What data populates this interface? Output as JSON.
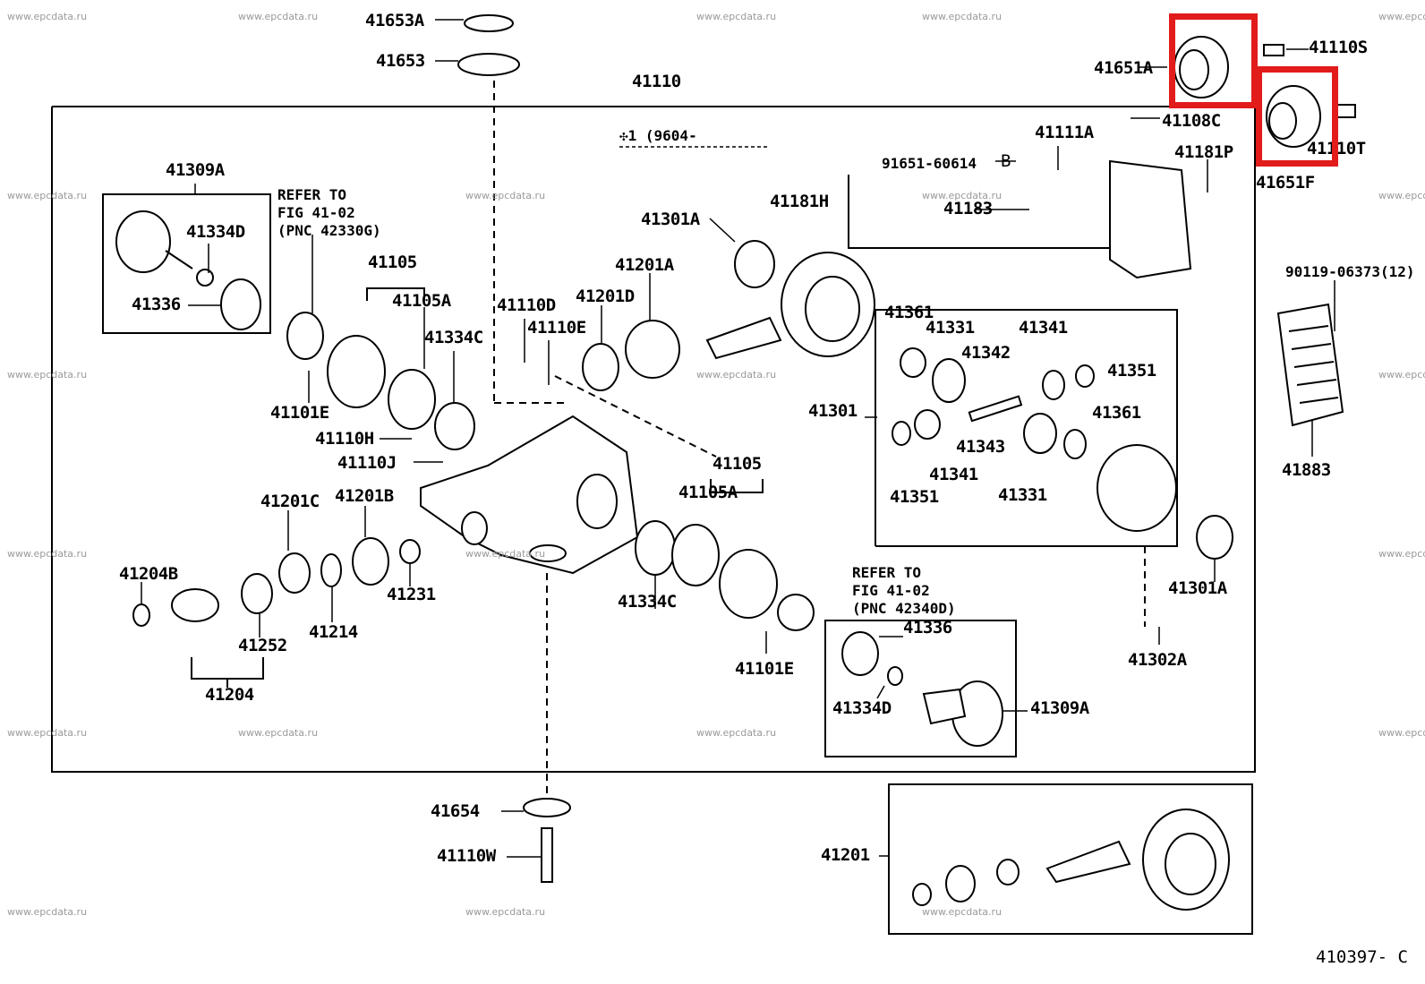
{
  "diagram_code": "410397- C",
  "effectivity_note": "✣1 (9604-",
  "watermark_text": "www.epcdata.ru",
  "highlight_color": "#e21b1b",
  "refer_notes": {
    "upper": [
      "REFER TO",
      "FIG 41-02",
      "(PNC 42330G)"
    ],
    "lower": [
      "REFER TO",
      "FIG 41-02",
      "(PNC 42340D)"
    ]
  },
  "parts": {
    "p41653A": "41653A",
    "p41653": "41653",
    "p41110": "41110",
    "p41651A": "41651A",
    "p41110S": "41110S",
    "p41108C": "41108C",
    "p41110T": "41110T",
    "p41111A": "41111A",
    "p41181P": "41181P",
    "p41651F": "41651F",
    "p91651": "91651-60614",
    "pB": "B",
    "p41181H": "41181H",
    "p41183": "41183",
    "p41309A_top": "41309A",
    "p41334D_top": "41334D",
    "p41336_top": "41336",
    "p41105_top": "41105",
    "p41105A_top": "41105A",
    "p41334C_top": "41334C",
    "p41101E_top": "41101E",
    "p41110H": "41110H",
    "p41110J": "41110J",
    "p41110D": "41110D",
    "p41110E": "41110E",
    "p41201A": "41201A",
    "p41201D": "41201D",
    "p41301A_top": "41301A",
    "p90119": "90119-06373(12)",
    "p41883": "41883",
    "p41361_a": "41361",
    "p41331_a": "41331",
    "p41342": "41342",
    "p41341_a": "41341",
    "p41351_a": "41351",
    "p41301": "41301",
    "p41361_b": "41361",
    "p41343": "41343",
    "p41341_b": "41341",
    "p41351_b": "41351",
    "p41331_b": "41331",
    "p41201C": "41201C",
    "p41201B": "41201B",
    "p41204B": "41204B",
    "p41231": "41231",
    "p41214": "41214",
    "p41252": "41252",
    "p41204": "41204",
    "p41105_bot": "41105",
    "p41105A_bot": "41105A",
    "p41334C_bot": "41334C",
    "p41101E_bot": "41101E",
    "p41336_bot": "41336",
    "p41334D_bot": "41334D",
    "p41309A_bot": "41309A",
    "p41301A_bot": "41301A",
    "p41302A": "41302A",
    "p41654": "41654",
    "p41110W": "41110W",
    "p41201": "41201"
  }
}
